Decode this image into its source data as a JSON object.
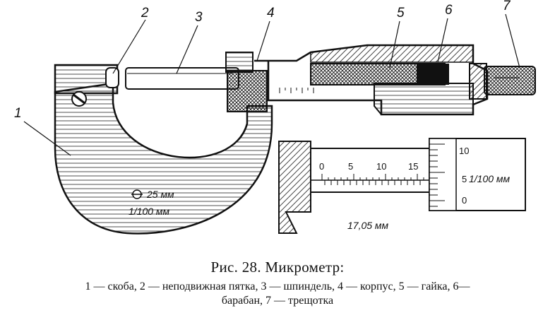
{
  "callouts": [
    "1",
    "2",
    "3",
    "4",
    "5",
    "6",
    "7"
  ],
  "anvil_size": "25 мм",
  "anvil_resolution": "1/100 мм",
  "sleeve_scale": [
    "0",
    "5",
    "10",
    "15"
  ],
  "thimble_scale": [
    "10",
    "5",
    "0"
  ],
  "thimble_unit": "1/100 мм",
  "reading": "17,05 мм",
  "caption": {
    "title": "Рис. 28. Микрометр:",
    "legend_line1": "1 — скоба,  2 — неподвижная  пятка,  3 — шпиндель,  4 — корпус,  5 — гайка,  6—",
    "legend_line2": "барабан, 7 — трещотка"
  }
}
